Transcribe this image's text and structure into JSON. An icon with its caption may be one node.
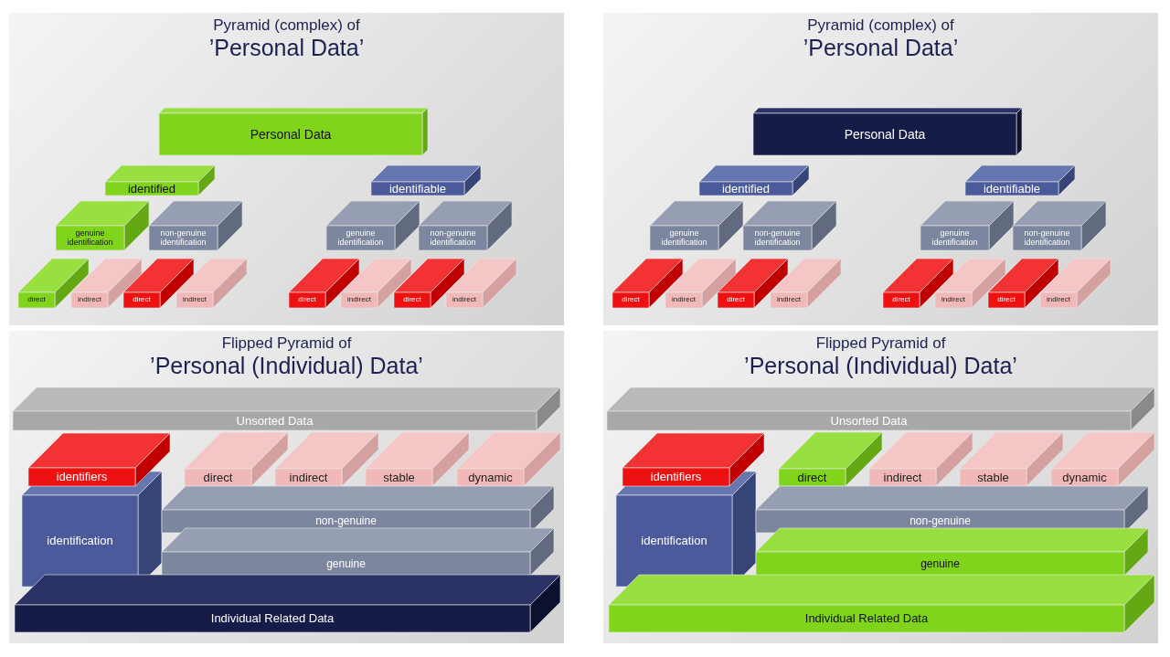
{
  "diagram": {
    "nodes": [
      {
        "text": [
          "Pyramid (complex) of",
          "’Personal Data’"
        ]
      },
      {
        "text": [
          "Personal Data"
        ],
        "in": 0
      },
      {
        "text": [
          "identified"
        ],
        "in": 0
      },
      {
        "text": [
          "identifiable"
        ],
        "in": 0
      },
      {
        "text": [
          "genuine identification"
        ],
        "in": 0
      },
      {
        "text": [
          "non-genuine identification"
        ],
        "in": 0
      },
      {
        "text": [
          "genuine identification"
        ],
        "in": 0
      },
      {
        "text": [
          "non-genuine identification"
        ],
        "in": 0
      },
      {
        "text": [
          "direct"
        ],
        "in": 0
      },
      {
        "text": [
          "indirect"
        ],
        "in": 0
      },
      {
        "text": [
          "direct"
        ],
        "in": 0
      },
      {
        "text": [
          "indirect"
        ],
        "in": 0
      },
      {
        "text": [
          "direct"
        ],
        "in": 0
      },
      {
        "text": [
          "indirect"
        ],
        "in": 0
      },
      {
        "text": [
          "direct"
        ],
        "in": 0
      },
      {
        "text": [
          "indirect"
        ],
        "in": 0
      },
      {
        "text": [
          "Pyramid (complex) of",
          "’Personal Data’"
        ]
      },
      {
        "text": [
          "Personal Data"
        ],
        "in": 16
      },
      {
        "text": [
          "identified"
        ],
        "in": 16
      },
      {
        "text": [
          "identifiable"
        ],
        "in": 16
      },
      {
        "text": [
          "genuine identification"
        ],
        "in": 16
      },
      {
        "text": [
          "non-genuine identification"
        ],
        "in": 16
      },
      {
        "text": [
          "genuine identification"
        ],
        "in": 16
      },
      {
        "text": [
          "non-genuine identification"
        ],
        "in": 16
      },
      {
        "text": [
          "direct"
        ],
        "in": 16
      },
      {
        "text": [
          "indirect"
        ],
        "in": 16
      },
      {
        "text": [
          "direct"
        ],
        "in": 16
      },
      {
        "text": [
          "indirect"
        ],
        "in": 16
      },
      {
        "text": [
          "direct"
        ],
        "in": 16
      },
      {
        "text": [
          "indirect"
        ],
        "in": 16
      },
      {
        "text": [
          "direct"
        ],
        "in": 16
      },
      {
        "text": [
          "indirect"
        ],
        "in": 16
      },
      {
        "text": [
          "Flipped Pyramid of",
          "’Personal (Individual) Data’"
        ]
      },
      {
        "text": [
          "Unsorted Data"
        ],
        "in": 32
      },
      {
        "text": [
          "identifiers"
        ],
        "in": 32
      },
      {
        "text": [
          "direct"
        ],
        "in": 32
      },
      {
        "text": [
          "indirect"
        ],
        "in": 32
      },
      {
        "text": [
          "stable"
        ],
        "in": 32
      },
      {
        "text": [
          "dynamic"
        ],
        "in": 32
      },
      {
        "text": [
          "identification"
        ],
        "in": 32
      },
      {
        "text": [
          "non-genuine"
        ],
        "in": 32
      },
      {
        "text": [
          "genuine"
        ],
        "in": 32
      },
      {
        "text": [
          "Individual Related Data"
        ],
        "in": 32
      },
      {
        "text": [
          "Flipped Pyramid of",
          "’Personal (Individual) Data’"
        ]
      },
      {
        "text": [
          "Unsorted Data"
        ],
        "in": 43
      },
      {
        "text": [
          "identifiers"
        ],
        "in": 43
      },
      {
        "text": [
          "direct"
        ],
        "in": 43
      },
      {
        "text": [
          "indirect"
        ],
        "in": 43
      },
      {
        "text": [
          "stable"
        ],
        "in": 43
      },
      {
        "text": [
          "dynamic"
        ],
        "in": 43
      },
      {
        "text": [
          "identification"
        ],
        "in": 43
      },
      {
        "text": [
          "non-genuine"
        ],
        "in": 43
      },
      {
        "text": [
          "genuine"
        ],
        "in": 43
      },
      {
        "text": [
          "Individual Related Data"
        ],
        "in": 43
      }
    ]
  }
}
